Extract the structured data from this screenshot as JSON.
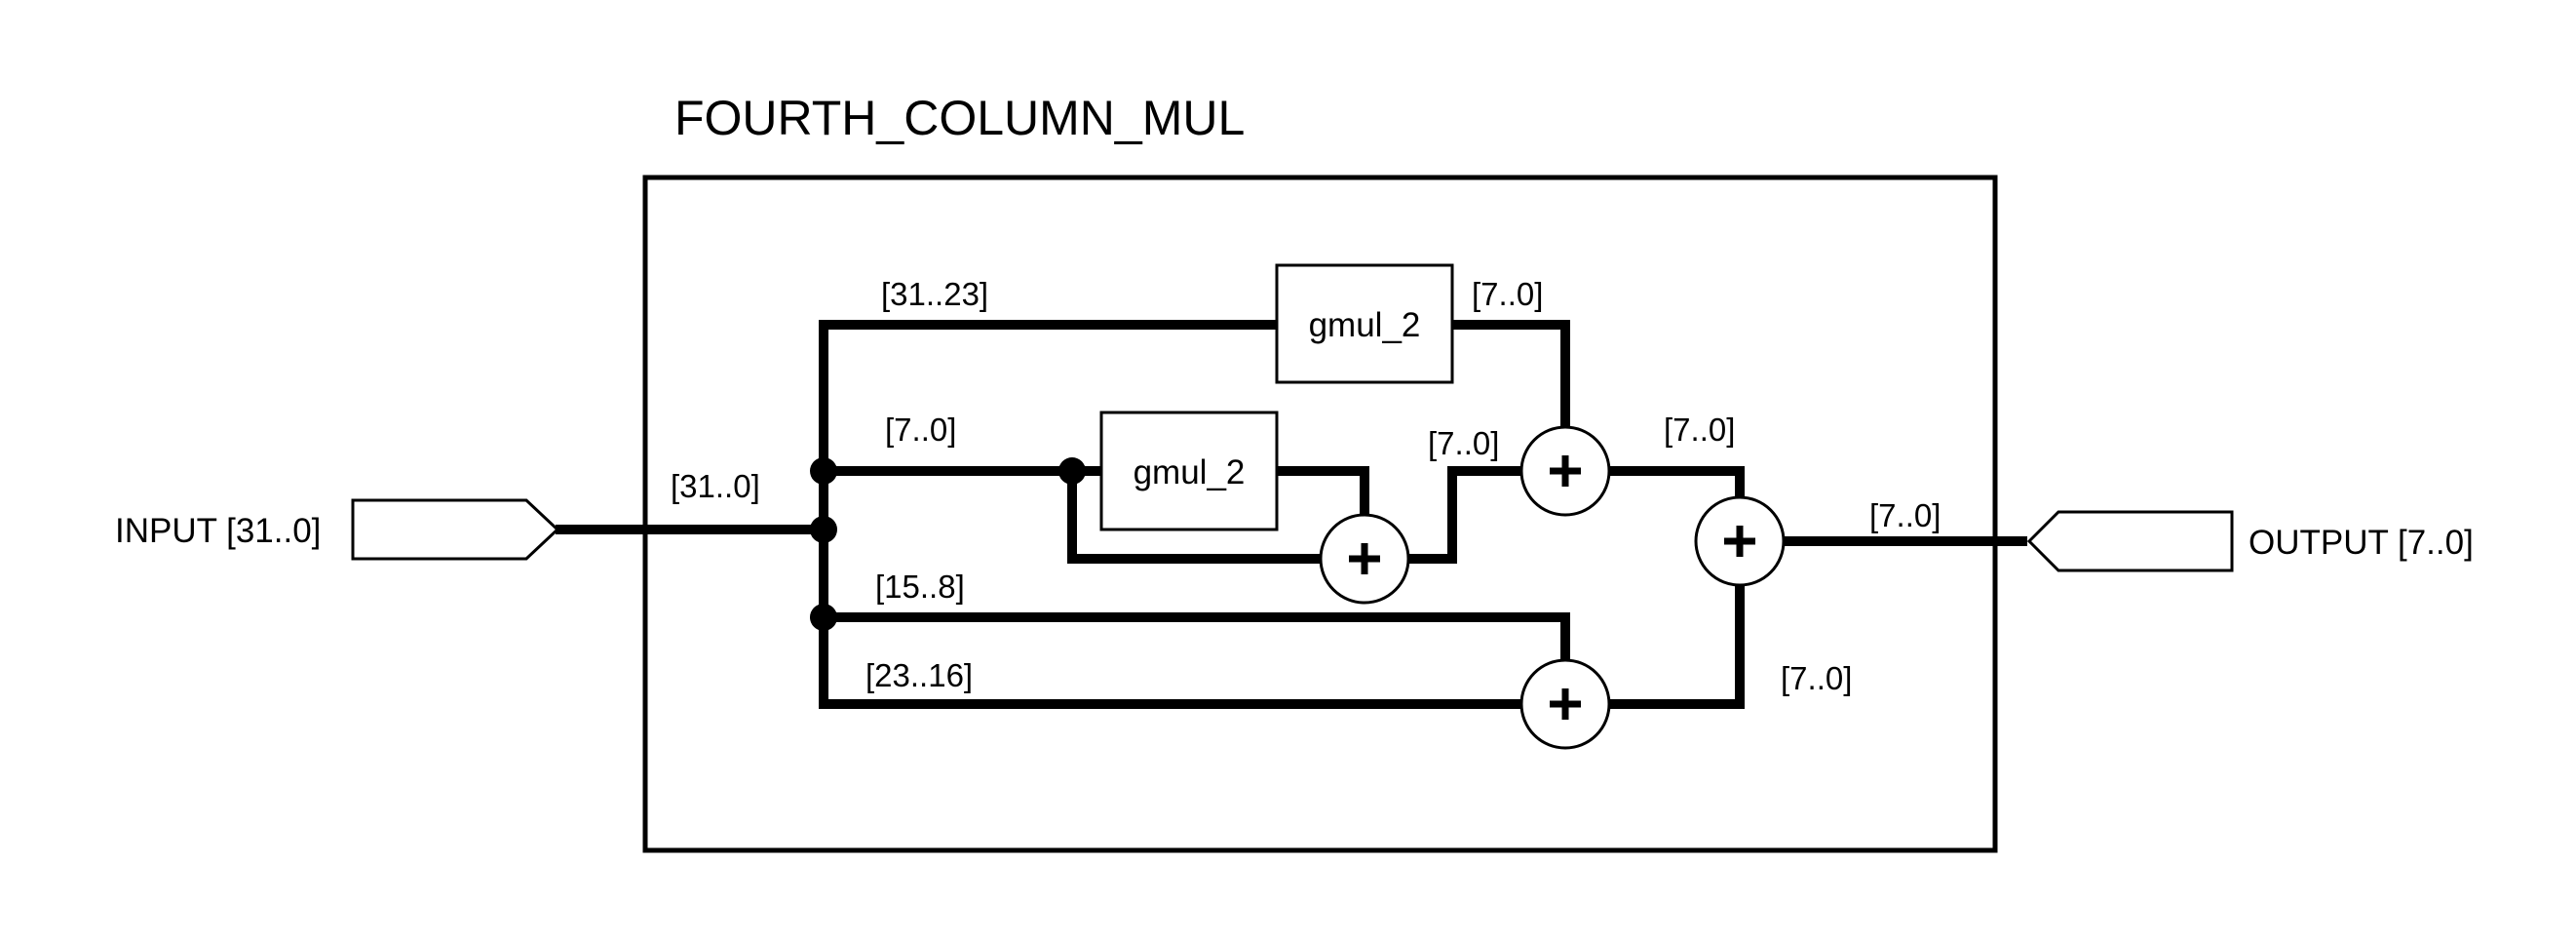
{
  "title": "FOURTH_COLUMN_MUL",
  "ports": {
    "input_label": "INPUT [31..0]",
    "output_label": "OUTPUT [7..0]"
  },
  "blocks": {
    "gmul_top": "gmul_2",
    "gmul_mid": "gmul_2"
  },
  "buses": {
    "input_bus": "[31..0]",
    "top_slice": "[31..23]",
    "mid_slice": "[7..0]",
    "byte1_slice": "[15..8]",
    "byte2_slice": "[23..16]",
    "gmul_top_out": "[7..0]",
    "adder_mid_out": "[7..0]",
    "adder_top_out": "[7..0]",
    "adder_bottom_out": "[7..0]",
    "output_bus": "[7..0]"
  },
  "colors": {
    "ink": "#000000",
    "background": "#ffffff"
  }
}
